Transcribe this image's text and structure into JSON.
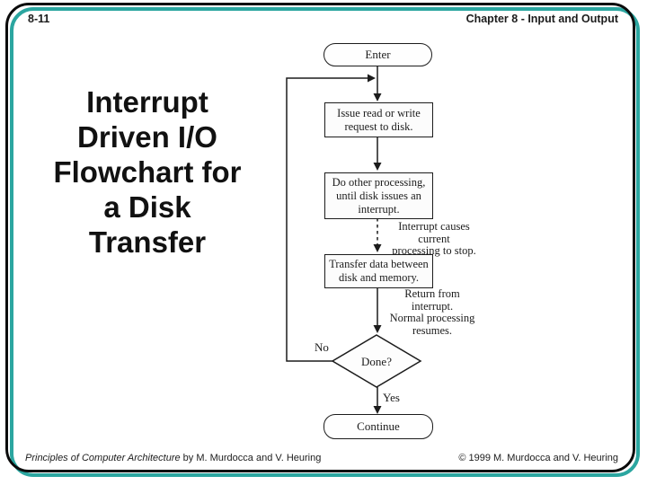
{
  "slide": {
    "page_number": "8-11",
    "chapter": "Chapter 8 - Input and Output",
    "title": "Interrupt\nDriven I/O\nFlowchart for\na Disk\nTransfer",
    "footer": {
      "book_title": "Principles of Computer Architecture",
      "book_authors": " by M. Murdocca and V. Heuring",
      "copyright": "© 1999 M. Murdocca and V. Heuring"
    }
  },
  "flowchart": {
    "nodes": {
      "enter": "Enter",
      "issue": "Issue read or write\nrequest to disk.",
      "process": "Do other processing,\nuntil disk issues an\ninterrupt.",
      "transfer": "Transfer data between\ndisk and memory.",
      "decision": "Done?",
      "continue": "Continue"
    },
    "annotations": {
      "interrupt": "Interrupt causes current\nprocessing to stop.",
      "return": "Return from interrupt.\nNormal processing\nresumes."
    },
    "edge_labels": {
      "no": "No",
      "yes": "Yes"
    }
  },
  "colors": {
    "frame_teal": "#2BA6A0",
    "frame_black": "#0b0b0b",
    "text": "#1c1c1c"
  }
}
